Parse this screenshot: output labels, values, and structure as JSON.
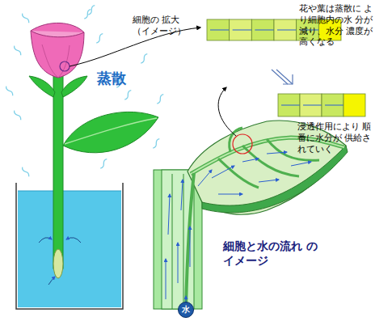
{
  "diagram": {
    "nodes": [
      {
        "text": [
          "水"
        ]
      }
    ],
    "labels": [
      "蒸散",
      "細胞の 拡大 （イメージ）",
      "花や葉は蒸散に より細胞内の水 分が減り、水分 濃度が高くなる",
      "浸透作用により 順番に水分が 供給されていく",
      "細胞と水の流れ のイメージ"
    ]
  }
}
